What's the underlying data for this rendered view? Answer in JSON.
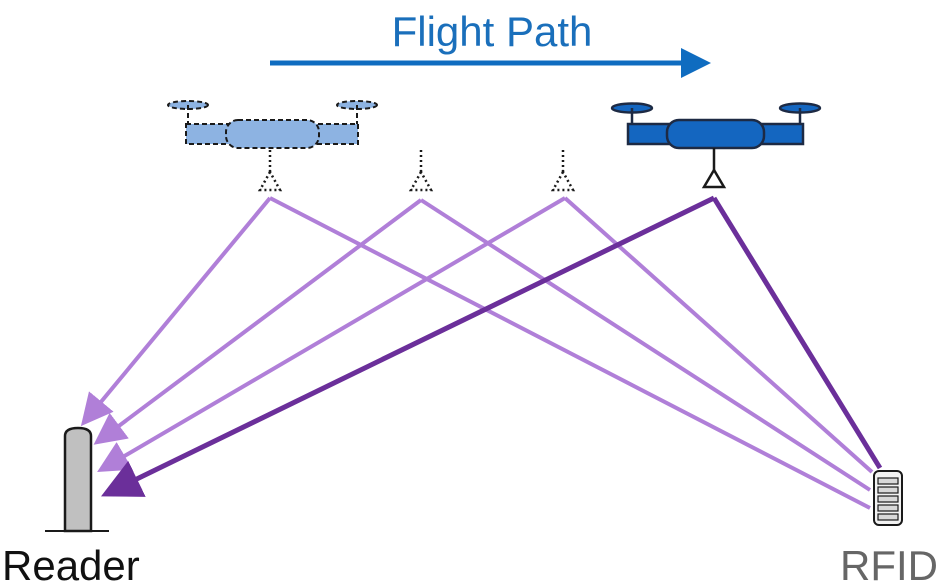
{
  "title": "Flight Path",
  "labels": {
    "reader": "Reader",
    "rfid": "RFID"
  },
  "colors": {
    "title": "#1a6fbb",
    "flight_arrow": "#0f6cc0",
    "ghost_drone_fill": "#8db3e2",
    "drone_fill": "#1466c0",
    "drone_stroke": "#1d2a44",
    "path_light": "#b07fd8",
    "path_dark": "#6b2f9a",
    "reader_fill": "#c0c0c0",
    "label_gray": "#666666",
    "label_dark": "#111111"
  },
  "icons": {
    "ghost_drone": "drone-outline-icon",
    "active_drone": "drone-icon",
    "antenna": "antenna-icon",
    "reader": "reader-icon",
    "rfid_tag": "rfid-tag-icon"
  }
}
